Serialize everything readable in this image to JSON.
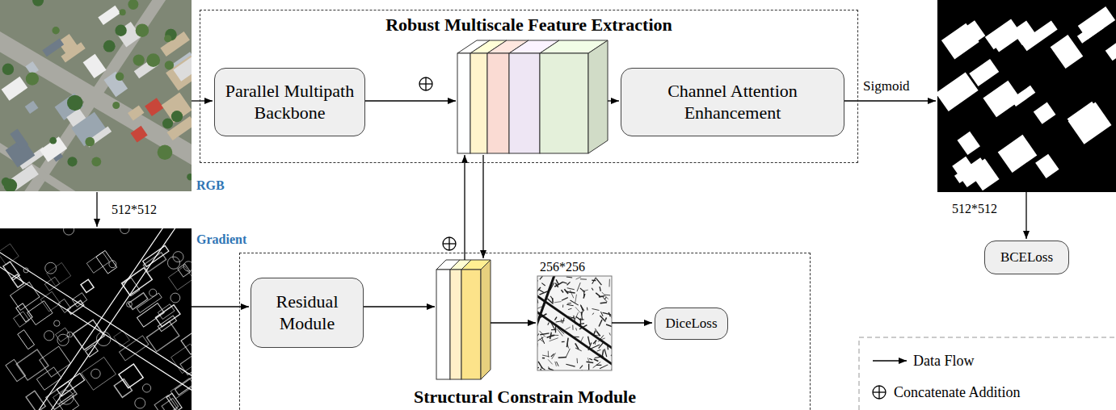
{
  "diagram": {
    "nodes": [
      {
        "text": [
          "Robust Multiscale Feature Extraction"
        ]
      },
      {
        "text": [
          "Parallel Multipath Backbone"
        ],
        "in": 0
      },
      {
        "text": [
          "Channel Attention Enhancement"
        ],
        "in": 0
      },
      {
        "text": [
          "Structural Constrain Module"
        ]
      },
      {
        "text": [
          "Residual Module"
        ],
        "in": 3
      },
      {
        "text": [
          "DiceLoss"
        ],
        "in": 3
      },
      {
        "text": [
          "BCELoss"
        ]
      }
    ],
    "labels": [
      "RGB",
      "512*512",
      "Gradient",
      "Sigmoid",
      "512*512",
      "256*256"
    ],
    "legend": [
      {
        "text": "Data Flow"
      },
      {
        "text": "Concatenate Addition"
      }
    ]
  }
}
